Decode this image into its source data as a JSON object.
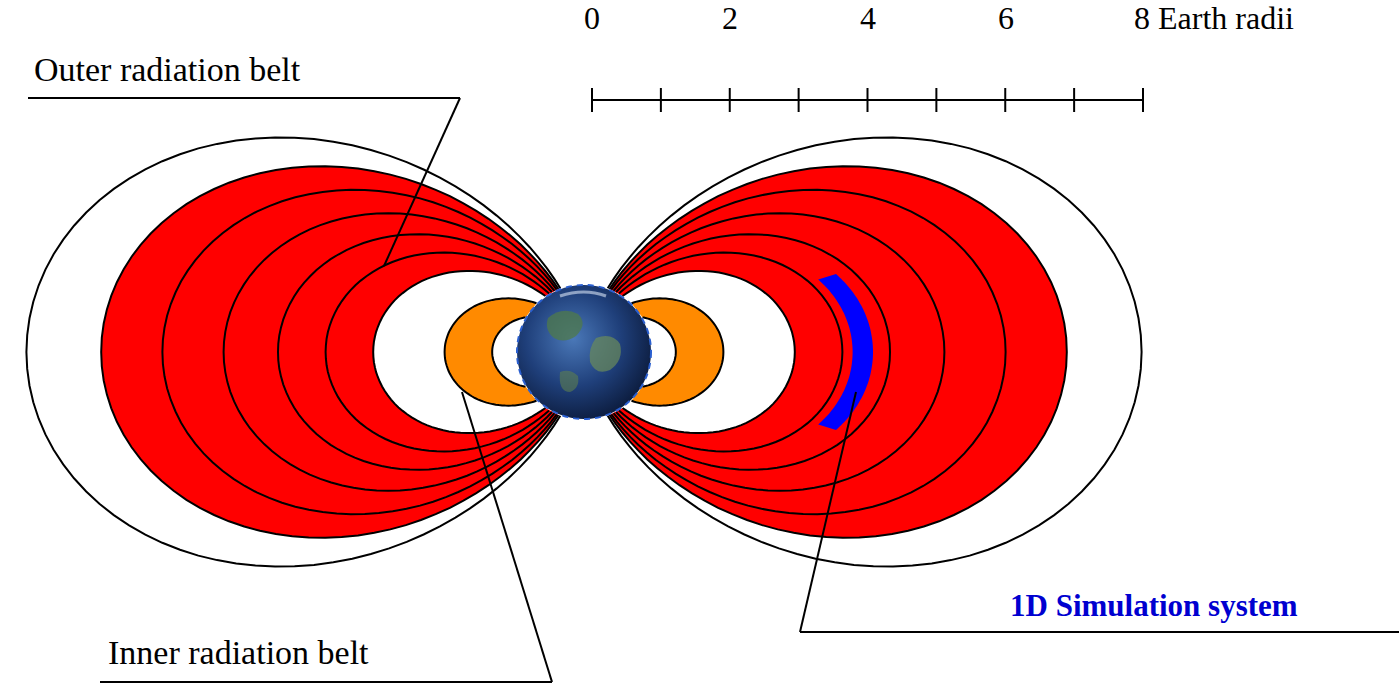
{
  "diagram": {
    "labels": [
      "Outer radiation belt",
      "0",
      "2",
      "4",
      "6",
      "8 Earth radii",
      "Inner radiation belt",
      "1D Simulation system"
    ]
  }
}
